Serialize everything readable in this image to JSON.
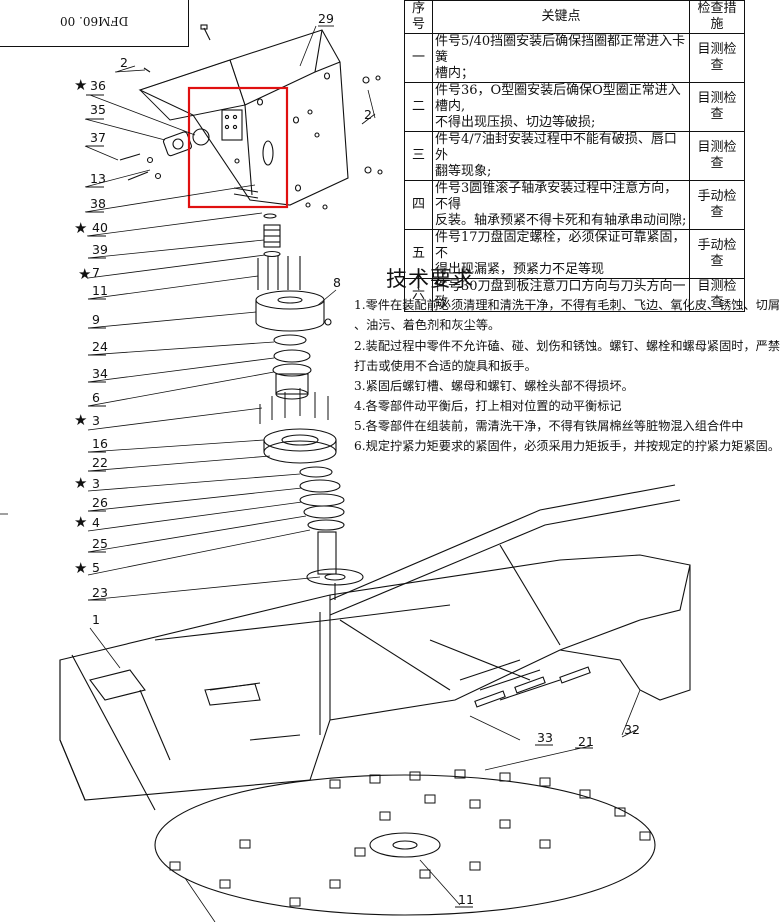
{
  "stamp_text": "DFM60. 00",
  "check_table": {
    "headers": [
      "序号",
      "关键点",
      "检查措施"
    ],
    "rows": [
      {
        "no": "一",
        "lines": [
          "件号5/40挡圈安装后确保挡圈都正常进入卡簧",
          "槽内；"
        ],
        "method": "目测检查"
      },
      {
        "no": "二",
        "lines": [
          "件号36，O型圈安装后确保O型圈正常进入槽内,",
          "不得出现压损、切边等破损;"
        ],
        "method": "目测检查"
      },
      {
        "no": "三",
        "lines": [
          "件号4/7油封安装过程中不能有破损、唇口外",
          "翻等现象;"
        ],
        "method": "目测检查"
      },
      {
        "no": "四",
        "lines": [
          "件号3圆锥滚子轴承安装过程中注意方向，不得",
          "反装。轴承预紧不得卡死和有轴承串动间隙;"
        ],
        "method": "手动检查"
      },
      {
        "no": "五",
        "lines": [
          "件号17刀盘固定螺栓，必须保证可靠紧固，不",
          "得出现漏紧，预紧力不足等现"
        ],
        "method": "手动检查"
      },
      {
        "no": "六",
        "lines": [
          "件号30刀盘到板注意刀口方向与刀头方向一致"
        ],
        "method": "目测检查"
      }
    ]
  },
  "tech_requirements": {
    "title": "技术要求",
    "lines": [
      "1.零件在装配前必须清理和清洗干净，不得有毛刺、飞边、氧化皮、锈蚀、切屑",
      "、油污、着色剂和灰尘等。",
      "2.装配过程中零件不允许磕、碰、划伤和锈蚀。螺钉、螺栓和螺母紧固时，严禁",
      "打击或使用不合适的旋具和扳手。",
      "3.紧固后螺钉槽、螺母和螺钉、螺栓头部不得损坏。",
      "4.各零部件动平衡后，打上相对位置的动平衡标记",
      "5.各零部件在组装前，需清洗干净，不得有铁屑棉丝等脏物混入组合件中",
      "6.规定拧紧力矩要求的紧固件，必须采用力矩扳手，并按规定的拧紧力矩紧固。"
    ]
  },
  "balloons": {
    "b29": "29",
    "b2a": "2",
    "b36": "36",
    "b35": "35",
    "b37": "37",
    "b13": "13",
    "b38": "38",
    "b40": "40",
    "b39": "39",
    "b7": "7",
    "b11a": "11",
    "b9": "9",
    "b24": "24",
    "b34": "34",
    "b6": "6",
    "b3a": "3",
    "b16": "16",
    "b22": "22",
    "b3b": "3",
    "b26": "26",
    "b4": "4",
    "b25": "25",
    "b5": "5",
    "b23": "23",
    "b1": "1",
    "b8": "8",
    "b2b": "2",
    "b33": "33",
    "b21": "21",
    "b32": "32",
    "b11b": "11"
  },
  "critical_mark": "★",
  "highlight_color": "#e01010"
}
